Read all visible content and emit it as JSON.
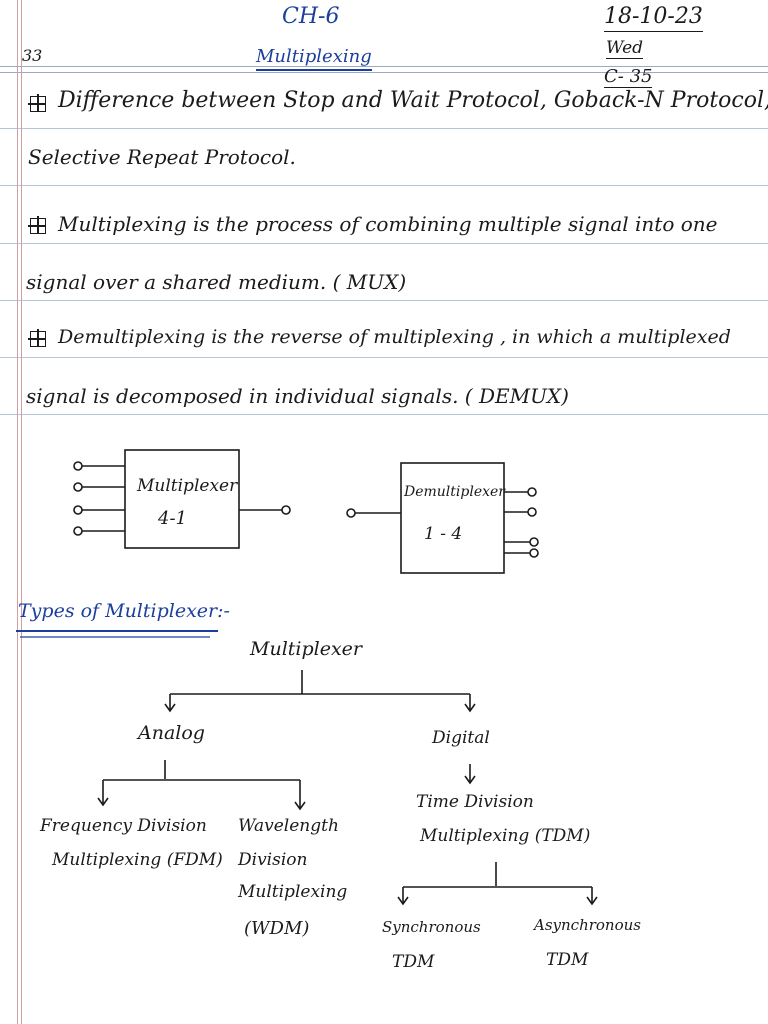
{
  "header": {
    "chapter": "CH-6",
    "topic": "Multiplexing",
    "page_no": "33",
    "date": "18-10-23",
    "day": "Wed",
    "class_no": "C- 35"
  },
  "notes": {
    "line1a": "Difference between Stop and Wait Protocol, Goback-N Protocol,",
    "line1b": "Selective Repeat Protocol.",
    "line2a": "Multiplexing is the process of combining multiple signal into one",
    "line2b": "signal over a shared medium. ( MUX)",
    "line3a": "Demultiplexing is the reverse of multiplexing , in which a multiplexed",
    "line3b": "signal is decomposed in individual signals. ( DEMUX)"
  },
  "diagram": {
    "mux_label": "Multiplexer",
    "mux_ratio": "4-1",
    "demux_label": "Demultiplexer",
    "demux_ratio": "1 - 4"
  },
  "types": {
    "heading": "Types of Multiplexer:-",
    "root": "Multiplexer",
    "analog": "Analog",
    "digital": "Digital",
    "fdm_1": "Frequency Division",
    "fdm_2": "Multiplexing (FDM)",
    "wdm_1": "Wavelength",
    "wdm_2": "Division",
    "wdm_3": "Multiplexing",
    "wdm_4": "(WDM)",
    "tdm_1": "Time Division",
    "tdm_2": "Multiplexing (TDM)",
    "sync_1": "Synchronous",
    "sync_2": "TDM",
    "async_1": "Asynchronous",
    "async_2": "TDM"
  }
}
